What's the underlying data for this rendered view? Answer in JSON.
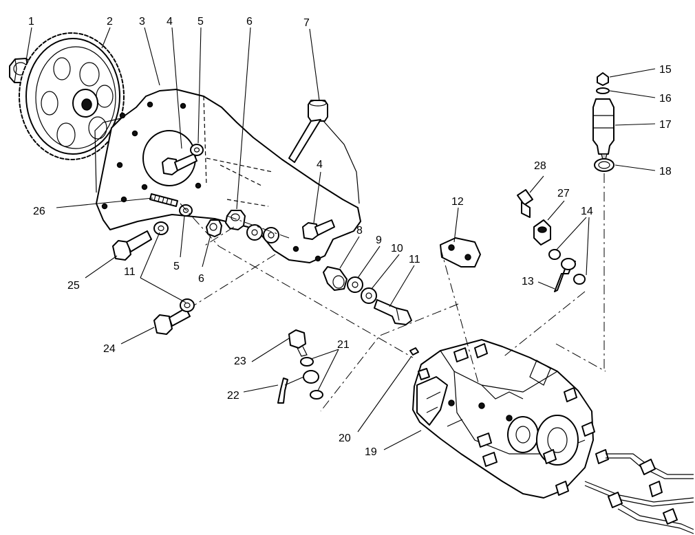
{
  "callouts": {
    "c1": "1",
    "c2": "2",
    "c3": "3",
    "c4a": "4",
    "c4b": "4",
    "c5a": "5",
    "c5b": "5",
    "c6a": "6",
    "c6b": "6",
    "c7": "7",
    "c8": "8",
    "c9": "9",
    "c10": "10",
    "c11a": "11",
    "c11b": "11",
    "c12": "12",
    "c13": "13",
    "c14": "14",
    "c15": "15",
    "c16": "16",
    "c17": "17",
    "c18": "18",
    "c19": "19",
    "c20": "20",
    "c21": "21",
    "c22": "22",
    "c23": "23",
    "c24": "24",
    "c25": "25",
    "c26": "26",
    "c27": "27",
    "c28": "28"
  }
}
